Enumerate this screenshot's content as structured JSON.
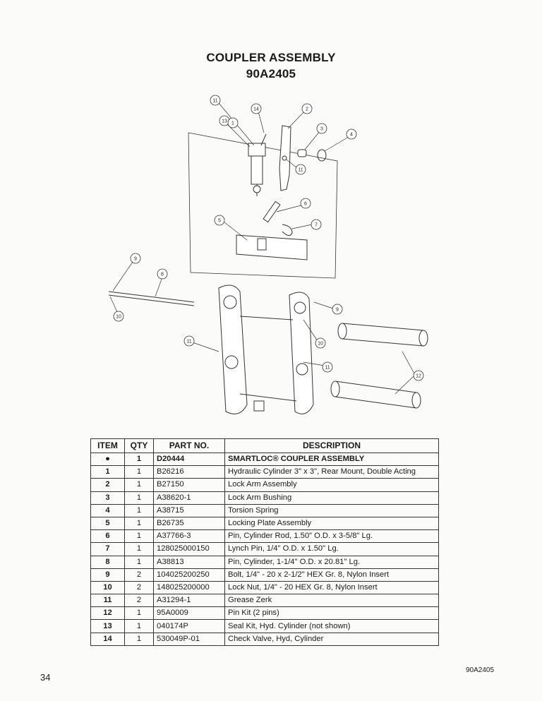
{
  "title": "COUPLER ASSEMBLY",
  "subtitle": "90A2405",
  "table": {
    "headers": [
      "ITEM",
      "QTY",
      "PART NO.",
      "DESCRIPTION"
    ],
    "rows": [
      {
        "item": "●",
        "qty": "1",
        "part": "D20444",
        "desc": "SMARTLOC® COUPLER ASSEMBLY"
      },
      {
        "item": "1",
        "qty": "1",
        "part": "B26216",
        "desc": "Hydraulic Cylinder 3\" x 3\", Rear Mount, Double Acting"
      },
      {
        "item": "2",
        "qty": "1",
        "part": "B27150",
        "desc": "Lock Arm Assembly"
      },
      {
        "item": "3",
        "qty": "1",
        "part": "A38620-1",
        "desc": "Lock Arm Bushing"
      },
      {
        "item": "4",
        "qty": "1",
        "part": "A38715",
        "desc": "Torsion Spring"
      },
      {
        "item": "5",
        "qty": "1",
        "part": "B26735",
        "desc": "Locking Plate Assembly"
      },
      {
        "item": "6",
        "qty": "1",
        "part": "A37766-3",
        "desc": "Pin, Cylinder Rod, 1.50\" O.D. x 3-5/8\" Lg."
      },
      {
        "item": "7",
        "qty": "1",
        "part": "128025000150",
        "desc": "Lynch Pin, 1/4\" O.D. x 1.50\" Lg."
      },
      {
        "item": "8",
        "qty": "1",
        "part": "A38813",
        "desc": "Pin, Cylinder, 1-1/4\" O.D. x 20.81\" Lg."
      },
      {
        "item": "9",
        "qty": "2",
        "part": "104025200250",
        "desc": "Bolt, 1/4\" - 20 x 2-1/2\" HEX Gr. 8, Nylon Insert"
      },
      {
        "item": "10",
        "qty": "2",
        "part": "148025200000",
        "desc": "Lock Nut, 1/4\" - 20 HEX Gr. 8, Nylon Insert"
      },
      {
        "item": "11",
        "qty": "2",
        "part": "A31294-1",
        "desc": "Grease Zerk"
      },
      {
        "item": "12",
        "qty": "1",
        "part": "95A0009",
        "desc": "Pin Kit (2 pins)"
      },
      {
        "item": "13",
        "qty": "1",
        "part": "040174P",
        "desc": "Seal Kit, Hyd. Cylinder (not shown)"
      },
      {
        "item": "14",
        "qty": "1",
        "part": "530049P-01",
        "desc": "Check Valve, Hyd, Cylinder"
      }
    ]
  },
  "callouts": {
    "c11a": "11",
    "c14": "14",
    "c13": "13",
    "c1": "1",
    "c2": "2",
    "c3": "3",
    "c4": "4",
    "c11b": "11",
    "c6": "6",
    "c5": "5",
    "c7": "7",
    "c9a": "9",
    "c8": "8",
    "c10a": "10",
    "c9b": "9",
    "c10b": "10",
    "c11c": "11",
    "c11d": "11",
    "c12": "12"
  },
  "footer": {
    "page_number": "34",
    "doc_id": "90A2405"
  }
}
